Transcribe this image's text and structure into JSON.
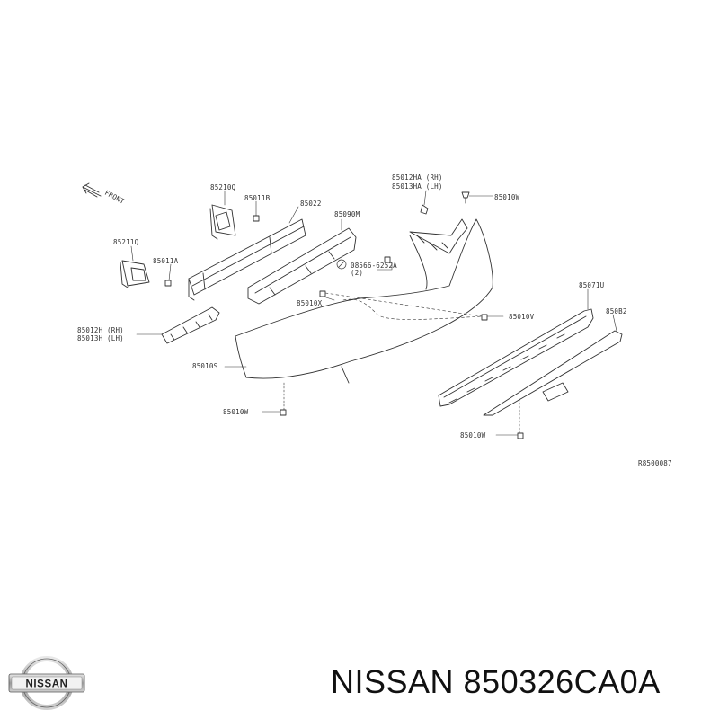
{
  "diagram": {
    "front_label": "FRONT",
    "drawing_code": "R8500087",
    "callouts": {
      "c85210Q": "85210Q",
      "c85011B": "85011B",
      "c85022": "85022",
      "c85090M": "85090M",
      "c85012HA": "85012HA (RH)",
      "c85013HA": "85013HA (LH)",
      "c85010W_top": "85010W",
      "c85211Q": "85211Q",
      "c85011A": "85011A",
      "c08566": "08566-6252A",
      "c08566_qty": "(2)",
      "c85010X": "85010X",
      "c85071U": "85071U",
      "c850B2": "850B2",
      "c85012H": "85012H (RH)",
      "c85013H": "85013H (LH)",
      "c85010V": "85010V",
      "c85010S": "85010S",
      "c85010W_left": "85010W",
      "c85010W_bottom": "85010W"
    }
  },
  "brand": {
    "logo_text": "NISSAN",
    "title": "NISSAN 850326CA0A"
  }
}
